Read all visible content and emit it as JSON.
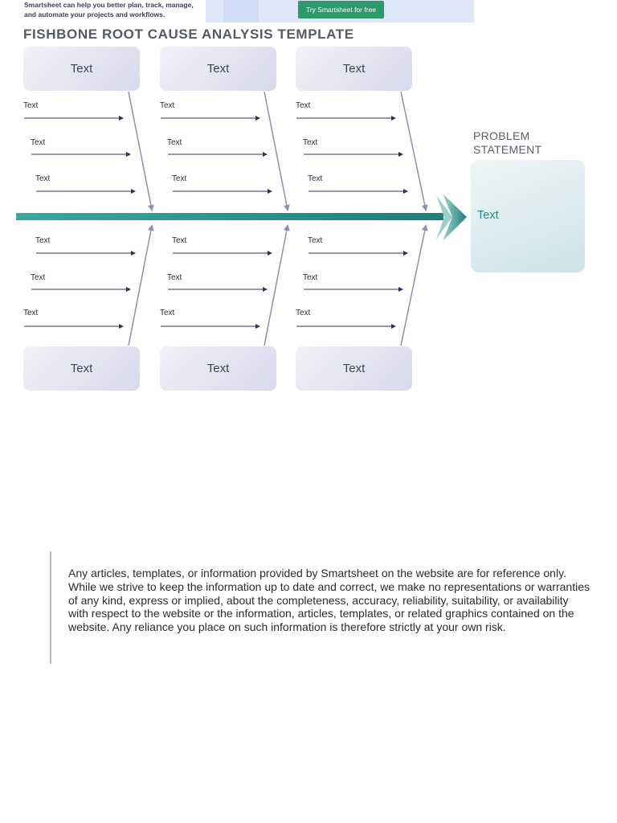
{
  "banner": {
    "text": "Smartsheet can help you better plan, track, manage, and automate your projects and workflows.",
    "button_label": "Try Smartsheet for free"
  },
  "title": "FISHBONE ROOT CAUSE ANALYSIS TEMPLATE",
  "top_categories": [
    "Text",
    "Text",
    "Text"
  ],
  "bottom_categories": [
    "Text",
    "Text",
    "Text"
  ],
  "top_causes": [
    [
      "Text",
      "Text",
      "Text"
    ],
    [
      "Text",
      "Text",
      "Text"
    ],
    [
      "Text",
      "Text",
      "Text"
    ]
  ],
  "bottom_causes": [
    [
      "Text",
      "Text",
      "Text"
    ],
    [
      "Text",
      "Text",
      "Text"
    ],
    [
      "Text",
      "Text",
      "Text"
    ]
  ],
  "problem_statement": {
    "label": "PROBLEM STATEMENT",
    "text": "Text"
  },
  "disclaimer": "Any articles, templates, or information provided by Smartsheet on the website are for reference only. While we strive to keep the information up to date and correct, we make no representations or warranties of any kind, express or implied, about the completeness, accuracy, reliability, suitability, or availability with respect to the website or the information, articles, templates, or related graphics contained on the website. Any reliance you place on such information is therefore strictly at your own risk.",
  "colors": {
    "spine": "#1f8a86",
    "bone": "#8f8fb5",
    "cause_arrow": "#2f3350",
    "button": "#2e9a6b"
  }
}
